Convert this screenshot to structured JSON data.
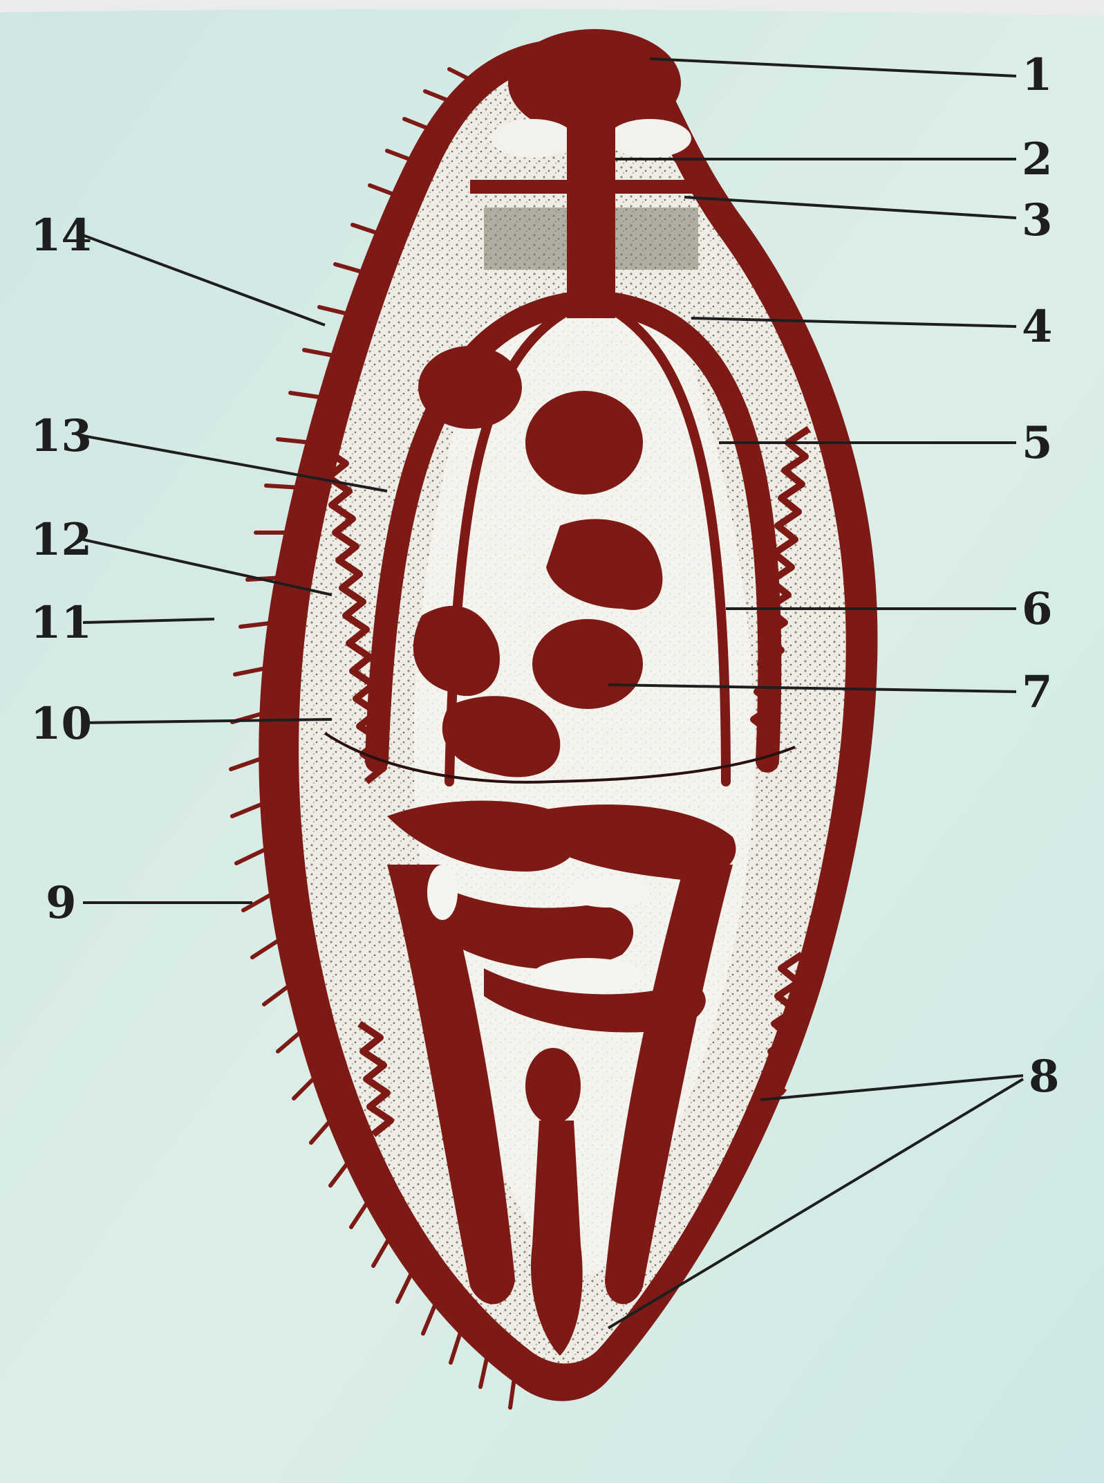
{
  "labels": {
    "l1": "1",
    "l2": "2",
    "l3": "3",
    "l4": "4",
    "l5": "5",
    "l6": "6",
    "l7": "7",
    "l8": "8",
    "l9": "9",
    "l10": "10",
    "l11": "11",
    "l12": "12",
    "l13": "13",
    "l14": "14"
  },
  "colors": {
    "background": "#d6ece7",
    "organ": "#7d1a16",
    "tissue": "#f3f1ec",
    "speckle": "#9a9a86",
    "ink": "#1e1e1e"
  }
}
